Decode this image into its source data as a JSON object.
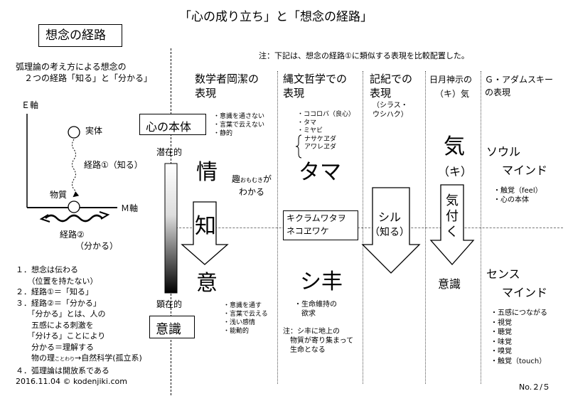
{
  "title": "「心の成り立ち」と「想念の経路」",
  "section_title": "想念の経路",
  "note": "注：下記は、想念の経路①に類似する表現を比較配置した。",
  "left": {
    "intro_line1": "弧理論の考え方による想念の",
    "intro_line2": "２つの経路「知る」と「分かる」",
    "e_axis": "Ｅ軸",
    "m_axis": "Ｍ軸",
    "entity": "実体",
    "matter": "物質",
    "path1": "経路①（知る）",
    "path2": "経路②",
    "path2_sub": "（分かる）",
    "points": [
      "１．想念は伝わる",
      "　　（位置を持たない）",
      "２．経路①＝「知る」",
      "３．経路②＝「分かる」",
      "　　「分かる」とは、人の",
      "　　五感による刺激を",
      "　　「分ける」ことにより",
      "　　分かる＝理解する",
      "　　物の理",
      "４．弧理論は開放系である"
    ],
    "kotowari_ruby": "ことわり",
    "natural_science": "→自然科学(孤立系)",
    "footer": "2016.11.04 © kodenjiki.com"
  },
  "center": {
    "heart_body": "心の本体",
    "latent": "潜在的",
    "manifest": "顕在的",
    "consciousness": "意識"
  },
  "columns": {
    "math": {
      "header": [
        "数学者岡潔の",
        "表現"
      ],
      "notes_top": [
        "・意識を通さない",
        "・言葉で云えない",
        "・静的"
      ],
      "jo": "情",
      "omomuki": "趣",
      "omomuki_ruby": "おもむき",
      "ga": "が",
      "wakaru": "わかる",
      "chi": "知",
      "i": "意",
      "notes_bottom": [
        "・意識を通す",
        "・言葉で云える",
        "・浅い感情",
        "・能動的"
      ]
    },
    "jomon": {
      "header": [
        "縄文哲学での",
        "表現"
      ],
      "notes_top": [
        "・ココロバ（良心）",
        "・タマ",
        "・ミヤビ",
        "ナサケヱダ",
        "アワレヱダ"
      ],
      "tama": "タマ",
      "kumuramu": "キクラムワタヲ",
      "nekoewake": "ネコヱワケ",
      "shika": "シ丰",
      "notes_bottom": [
        "・生命維持の",
        "　欲求"
      ],
      "note_end": [
        "注：シ丰に地上の",
        "　物質が寄り集まって",
        "　生命となる"
      ]
    },
    "kiki": {
      "header": [
        "記紀での",
        "表現"
      ],
      "sub": [
        "（シラス・",
        "ウシハク）"
      ],
      "shiru": "シル",
      "shiru2": "（知る）"
    },
    "hitsuki": {
      "header": "日月神示の",
      "header2": "（キ）気",
      "ki": "気",
      "ki_paren": "（キ）",
      "kizuku": [
        "気",
        "付",
        "く"
      ],
      "ishiki": "意識"
    },
    "adamski": {
      "header": [
        "Ｇ・アダムスキー",
        "の表現"
      ],
      "soul": "ソウル",
      "mind1": "マインド",
      "notes_top": [
        "・触覚（feel）",
        "・心の本体"
      ],
      "sense": "センス",
      "mind2": "マインド",
      "notes_bottom": [
        "・五感につながる",
        "・視覚",
        "・聴覚",
        "・味覚",
        "・嗅覚",
        "・触覚（touch）"
      ]
    }
  },
  "page_no": "No.２/５"
}
